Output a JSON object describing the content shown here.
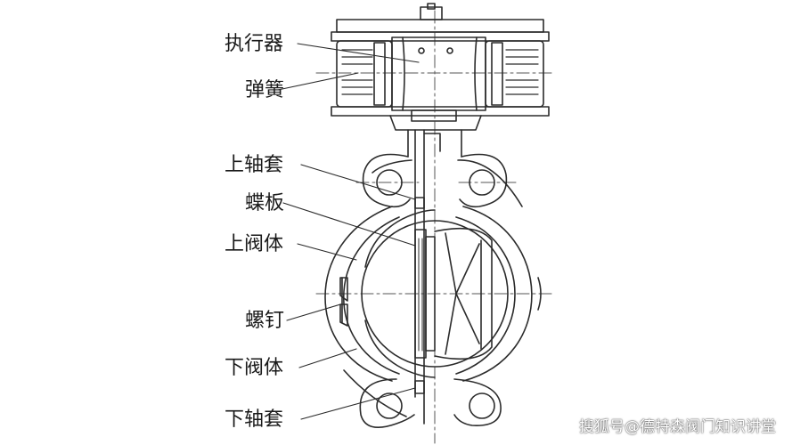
{
  "labels": {
    "actuator": "执行器",
    "spring": "弹簧",
    "upper_bushing": "上轴套",
    "disc": "蝶板",
    "upper_body": "上阀体",
    "screw": "螺钉",
    "lower_body": "下阀体",
    "lower_bushing": "下轴套"
  },
  "watermark": "搜狐号@德特森阀门知识讲堂",
  "colors": {
    "line": "#2b2b2b",
    "background": "#ffffff"
  }
}
